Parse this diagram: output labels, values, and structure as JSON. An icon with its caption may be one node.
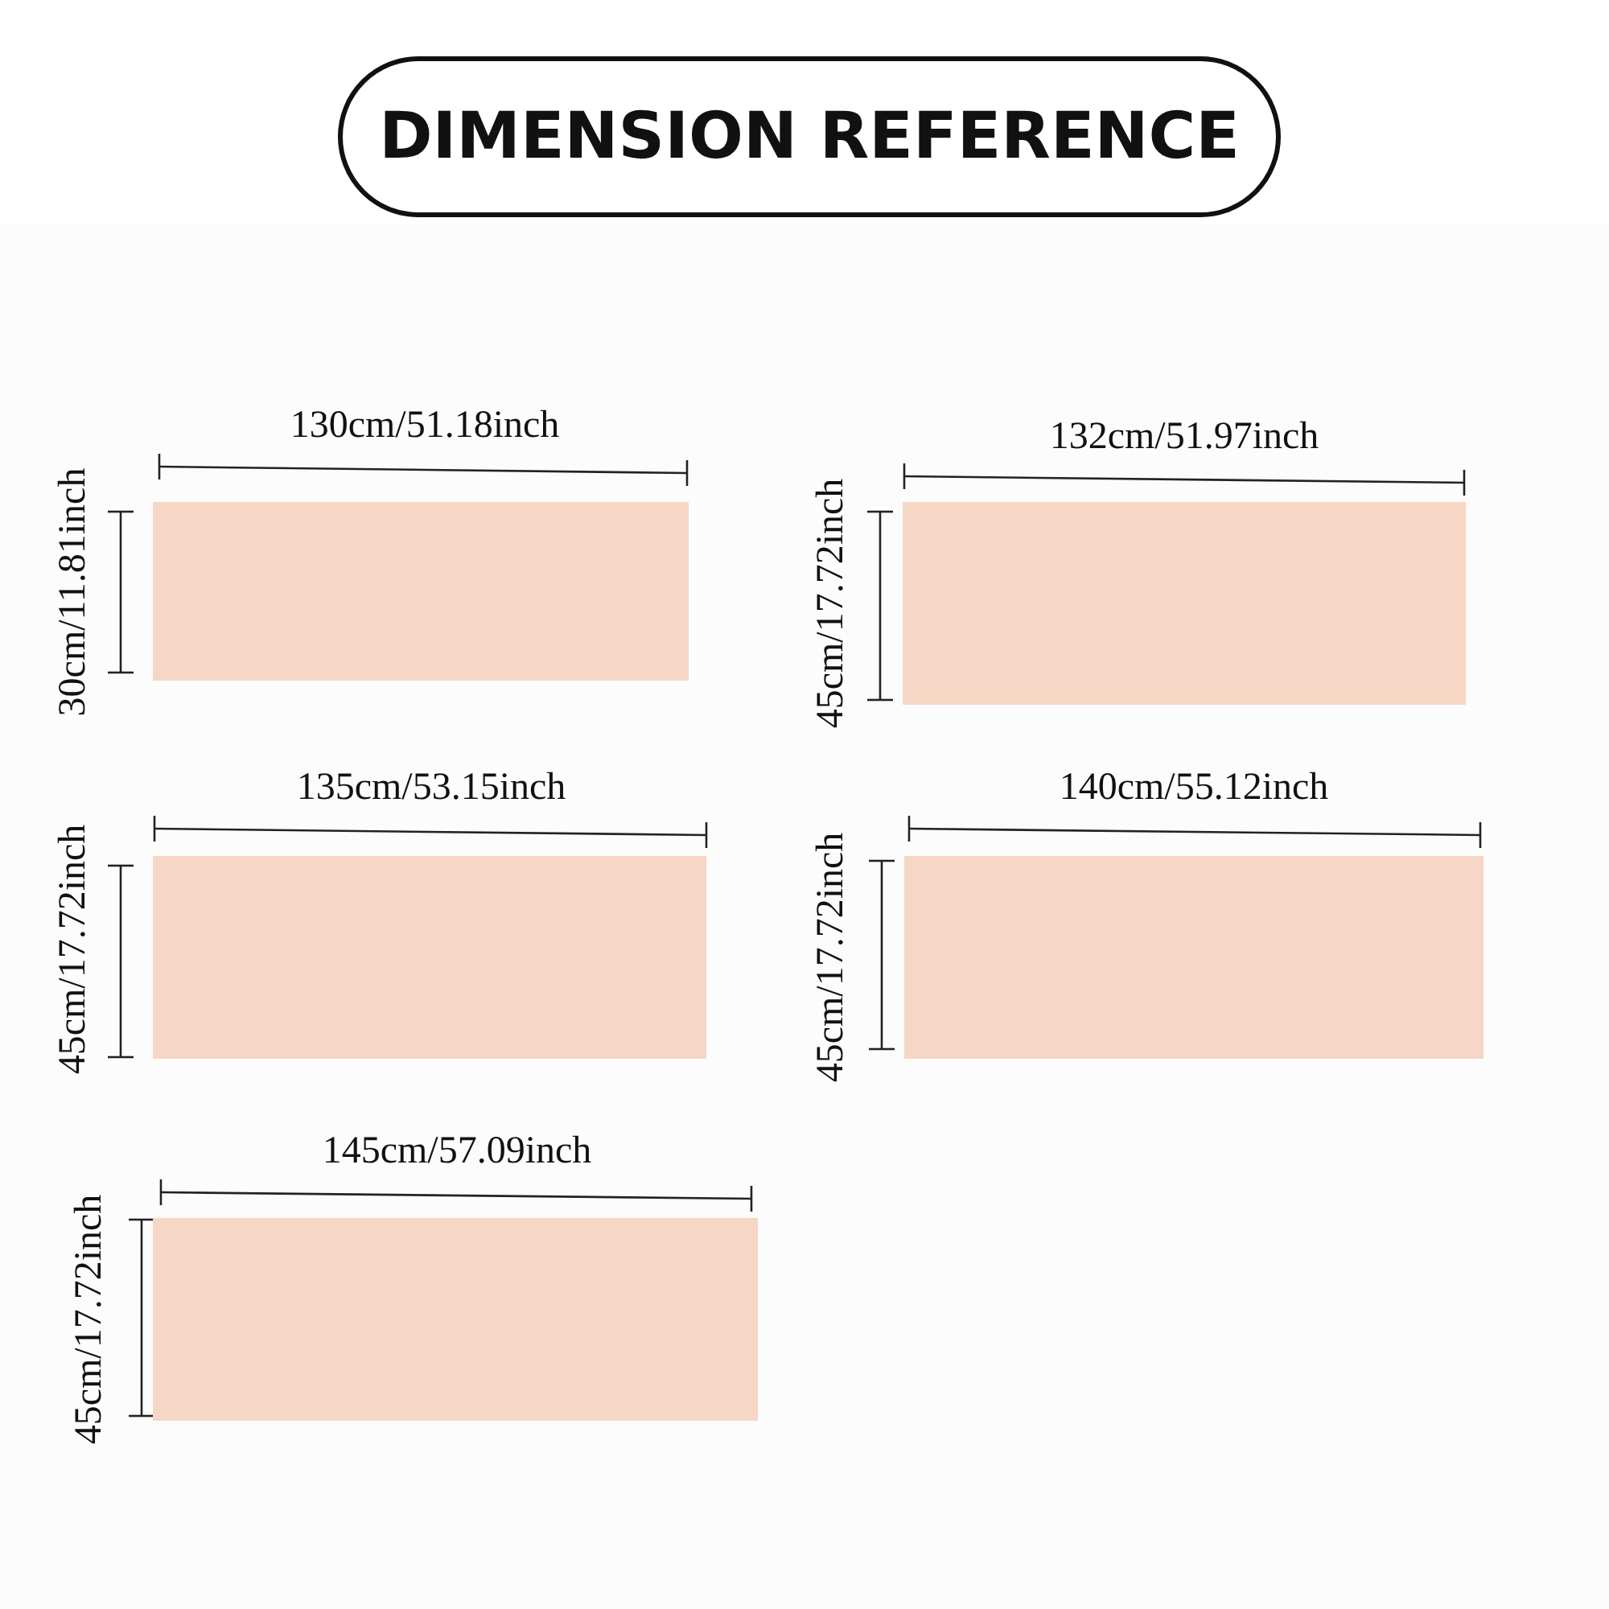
{
  "diagram": {
    "title": "DIMENSION REFERENCE",
    "nodes": [
      {
        "text": [],
        "shape": "box",
        "beside": [
          "130cm/51.18inch",
          "30cm/11.81inch"
        ]
      },
      {
        "text": [],
        "shape": "box",
        "beside": [
          "132cm/51.97inch",
          "45cm/17.72inch"
        ]
      },
      {
        "text": [],
        "shape": "box",
        "beside": [
          "135cm/53.15inch",
          "45cm/17.72inch"
        ]
      },
      {
        "text": [],
        "shape": "box",
        "beside": [
          "140cm/55.12inch",
          "45cm/17.72inch"
        ]
      },
      {
        "text": [],
        "shape": "box",
        "beside": [
          "145cm/57.09inch",
          "45cm/17.72inch"
        ]
      }
    ]
  }
}
